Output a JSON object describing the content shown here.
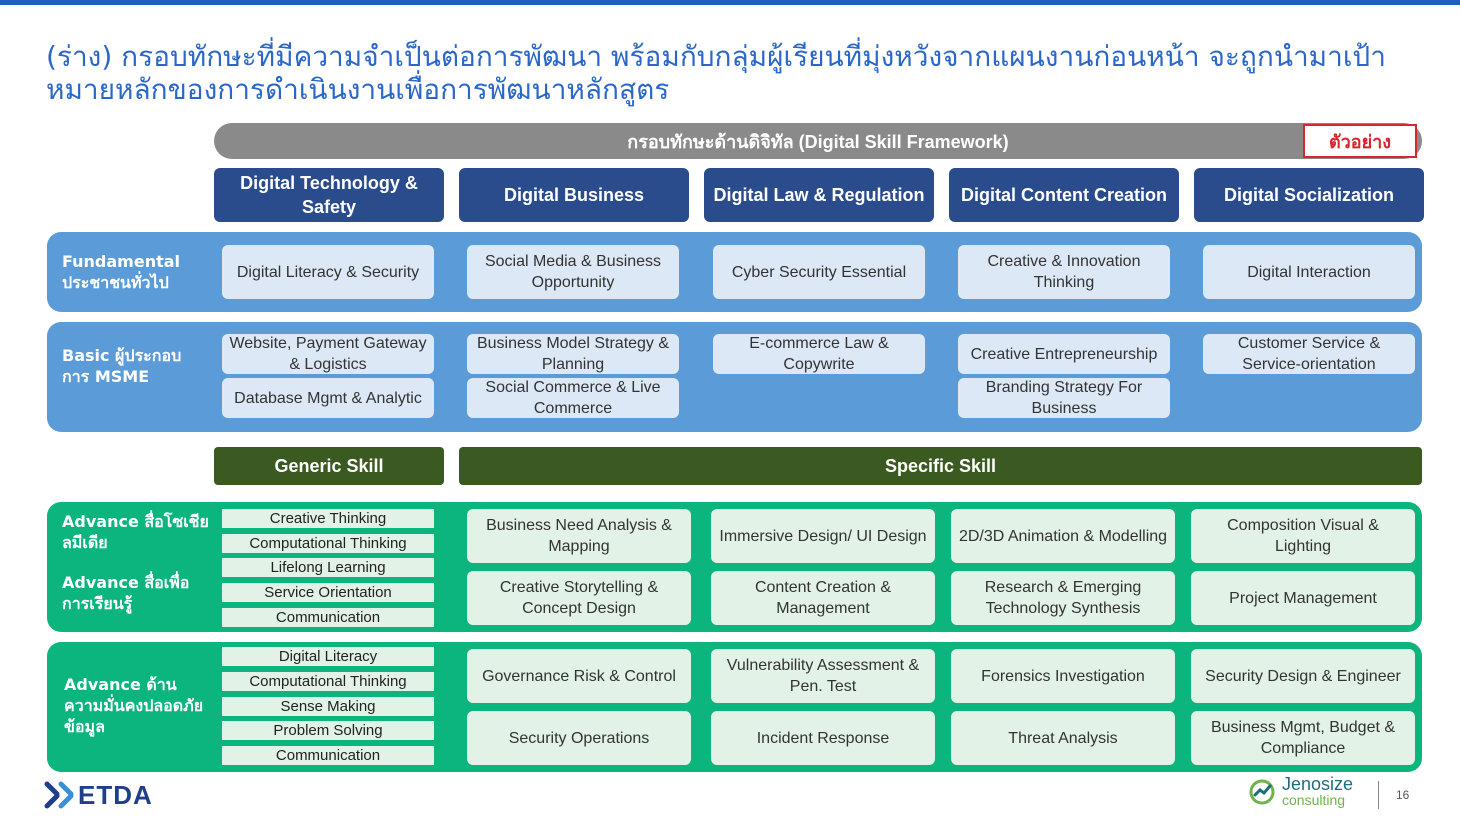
{
  "title": "(ร่าง) กรอบทักษะที่มีความจำเป็นต่อการพัฒนา พร้อมกับกลุ่มผู้เรียนที่มุ่งหวังจากแผนงานก่อนหน้า จะถูกนำมาเป้าหมายหลักของการดำเนินงานเพื่อการพัฒนาหลักสูตร",
  "framework_label": "กรอบทักษะด้านดิจิทัล (Digital Skill Framework)",
  "example_badge": "ตัวอย่าง",
  "columns": [
    "Digital Technology & Safety",
    "Digital Business",
    "Digital Law & Regulation",
    "Digital Content Creation",
    "Digital Socialization"
  ],
  "fundamental": {
    "label": "Fundamental ประชาชนทั่วไป",
    "cells": [
      "Digital Literacy & Security",
      "Social Media & Business Opportunity",
      "Cyber Security Essential",
      "Creative & Innovation Thinking",
      "Digital Interaction"
    ]
  },
  "basic": {
    "label": "Basic ผู้ประกอบการ MSME",
    "cells": [
      "Website, Payment Gateway & Logistics",
      "Database Mgmt & Analytic",
      "Business Model Strategy & Planning",
      "Social Commerce & Live Commerce",
      "E-commerce Law & Copywrite",
      "Creative Entrepreneurship",
      "Branding Strategy For Business",
      "Customer Service & Service-orientation"
    ]
  },
  "generic_skill": "Generic Skill",
  "specific_skill": "Specific Skill",
  "advance_media": {
    "label_1": "Advance สื่อโซเชียลมีเดีย",
    "label_2": "Advance สื่อเพื่อการเรียนรู้",
    "generic": [
      "Creative Thinking",
      "Computational Thinking",
      "Lifelong Learning",
      "Service Orientation",
      "Communication"
    ],
    "cells": [
      "Business Need Analysis & Mapping",
      "Immersive Design/ UI Design",
      "2D/3D Animation & Modelling",
      "Composition Visual & Lighting",
      "Creative Storytelling & Concept Design",
      "Content Creation & Management",
      "Research & Emerging Technology Synthesis",
      "Project Management"
    ]
  },
  "advance_security": {
    "label": "Advance ด้านความมั่นคงปลอดภัยข้อมูล",
    "generic": [
      "Digital Literacy",
      "Computational Thinking",
      "Sense Making",
      "Problem Solving",
      "Communication"
    ],
    "cells": [
      "Governance Risk & Control",
      "Vulnerability Assessment & Pen. Test",
      "Forensics Investigation",
      "Security Design & Engineer",
      "Security Operations",
      "Incident Response",
      "Threat Analysis",
      "Business Mgmt, Budget & Compliance"
    ]
  },
  "footer": {
    "etda": "ETDA",
    "jenosize": "Jenosize",
    "consulting": "consulting",
    "page": "16"
  },
  "colors": {
    "title_blue": "#2a67c9",
    "header_navy": "#2b4c8c",
    "band_blue": "#5b9bd8",
    "band_green": "#0cb57e",
    "skill_head": "#3a5a22",
    "example_red": "#d8262d"
  }
}
